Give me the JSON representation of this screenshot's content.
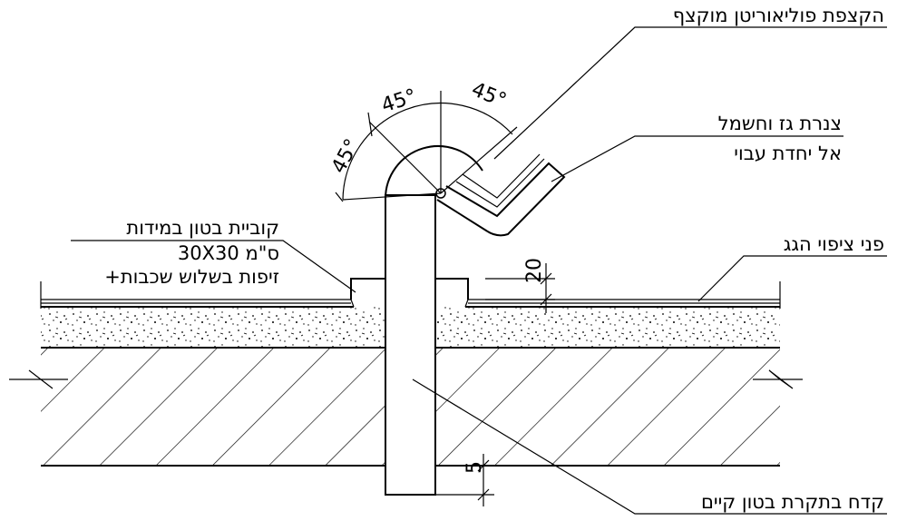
{
  "labels": {
    "foam_spray": "הקצפת פוליאוריטן מוקצף",
    "gas_pipe_line1": "צנרת גז וחשמל",
    "gas_pipe_line2": "אל יחדת עבוי",
    "concrete_box_line1": "קוביית בטון במידות",
    "concrete_box_line2": "30X30 ס\"מ",
    "concrete_box_line3": "+זיפות בשלוש שכבות",
    "roof_finish": "פני ציפוי הגג",
    "core_drill": "קדח בתקרת בטון קיים"
  },
  "dimensions": {
    "angle_left": "45°",
    "angle_top": "45°",
    "angle_right": "45°",
    "height_20": "20",
    "depth_5": "5"
  }
}
